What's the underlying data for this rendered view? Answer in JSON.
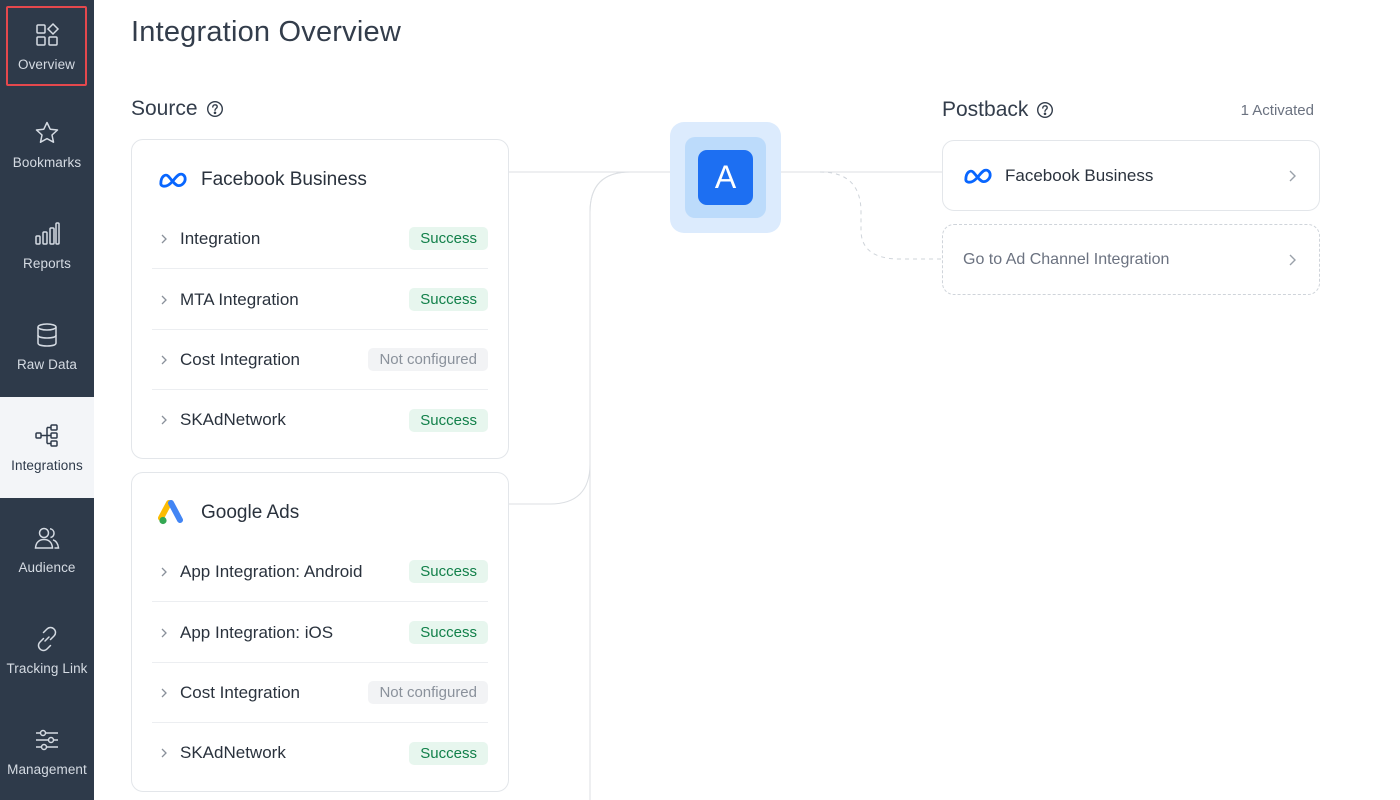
{
  "sidebar": {
    "items": [
      {
        "label": "Overview",
        "icon": "grid-shapes-icon"
      },
      {
        "label": "Bookmarks",
        "icon": "star-icon"
      },
      {
        "label": "Reports",
        "icon": "bar-chart-icon"
      },
      {
        "label": "Raw Data",
        "icon": "database-icon"
      },
      {
        "label": "Integrations",
        "icon": "hierarchy-icon"
      },
      {
        "label": "Audience",
        "icon": "users-icon"
      },
      {
        "label": "Tracking Link",
        "icon": "link-icon"
      },
      {
        "label": "Management",
        "icon": "sliders-icon"
      }
    ]
  },
  "page": {
    "title": "Integration Overview"
  },
  "source": {
    "title": "Source",
    "cards": [
      {
        "name": "Facebook Business",
        "rows": [
          {
            "label": "Integration",
            "status": "Success"
          },
          {
            "label": "MTA Integration",
            "status": "Success"
          },
          {
            "label": "Cost Integration",
            "status": "Not configured"
          },
          {
            "label": "SKAdNetwork",
            "status": "Success"
          }
        ]
      },
      {
        "name": "Google Ads",
        "rows": [
          {
            "label": "App Integration: Android",
            "status": "Success"
          },
          {
            "label": "App Integration: iOS",
            "status": "Success"
          },
          {
            "label": "Cost Integration",
            "status": "Not configured"
          },
          {
            "label": "SKAdNetwork",
            "status": "Success"
          }
        ]
      }
    ]
  },
  "hub": {
    "letter": "A",
    "color": "#1d6ff2"
  },
  "postback": {
    "title": "Postback",
    "activated": "1 Activated",
    "items": [
      {
        "label": "Facebook Business"
      },
      {
        "label": "Go to Ad Channel Integration"
      }
    ]
  },
  "colors": {
    "sidebar": "#2e3a4a",
    "success_bg": "#e7f6ee",
    "success_text": "#12804a",
    "highlight": "#e5484d"
  }
}
